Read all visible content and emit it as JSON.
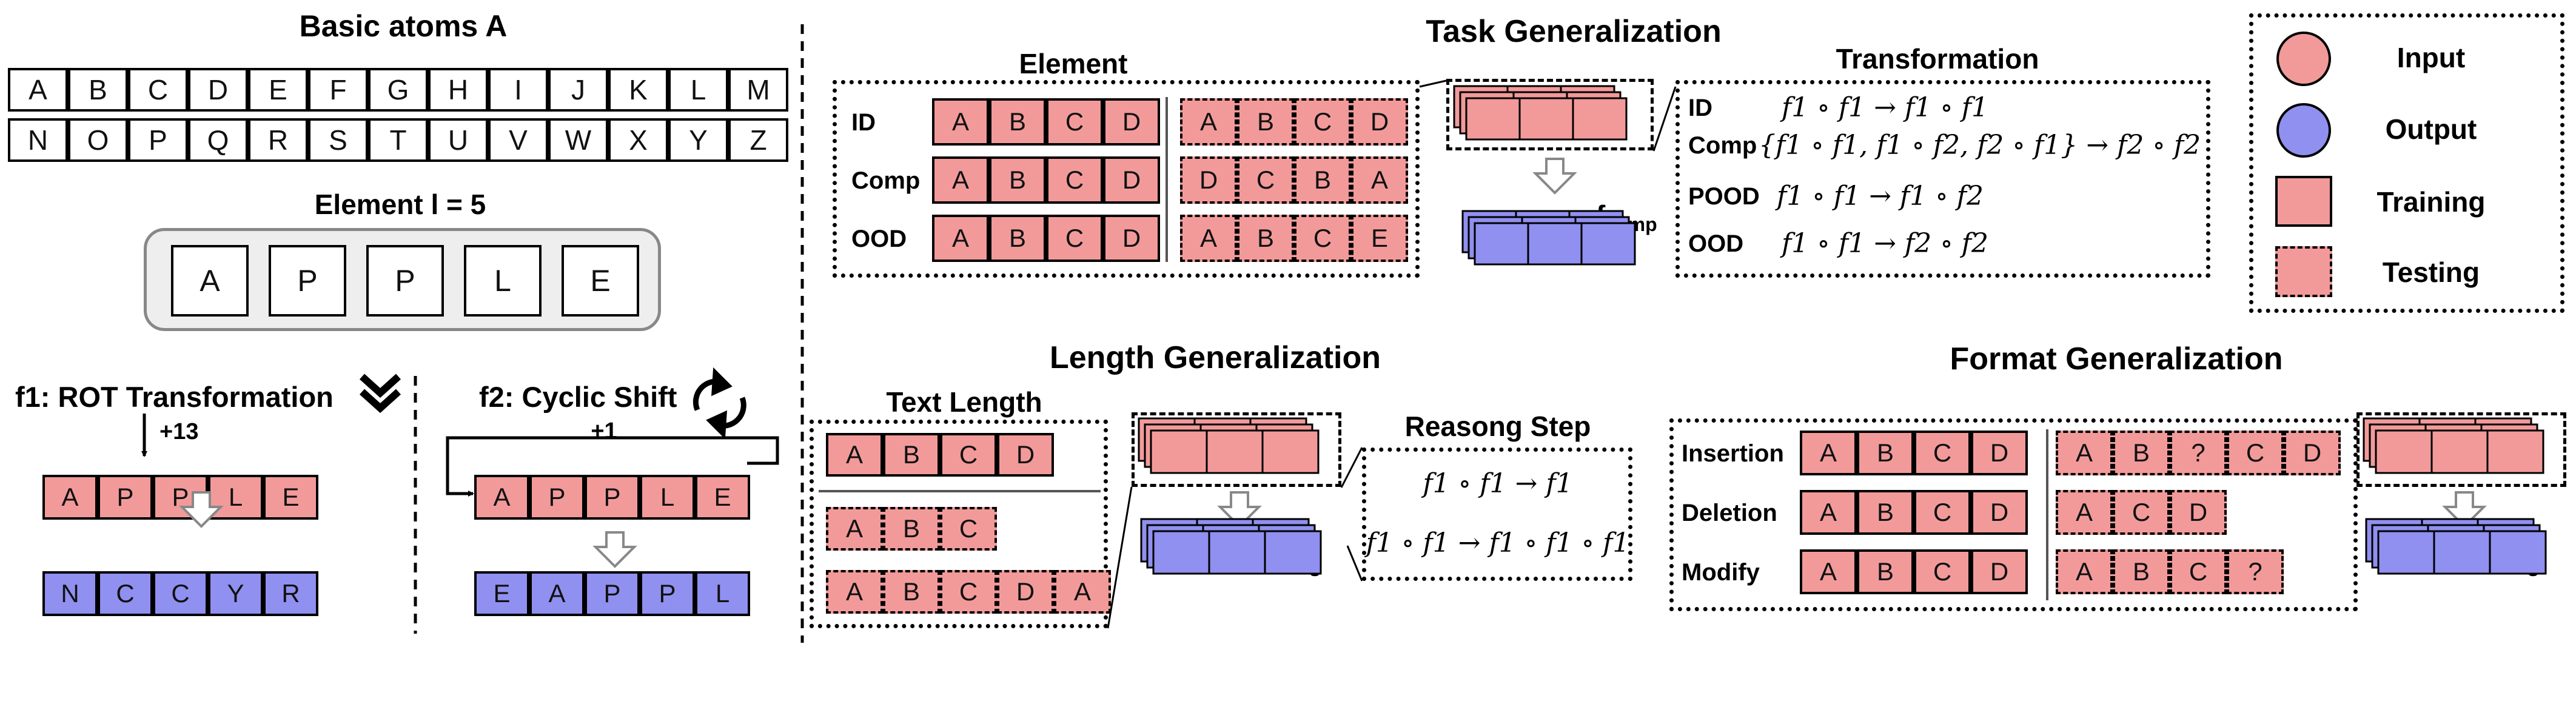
{
  "atoms": {
    "title": "Basic atoms A",
    "row1": [
      "A",
      "B",
      "C",
      "D",
      "E",
      "F",
      "G",
      "H",
      "I",
      "J",
      "K",
      "L",
      "M"
    ],
    "row2": [
      "N",
      "O",
      "P",
      "Q",
      "R",
      "S",
      "T",
      "U",
      "V",
      "W",
      "X",
      "Y",
      "Z"
    ]
  },
  "element": {
    "title": "Element l = 5",
    "letters": [
      "A",
      "P",
      "P",
      "L",
      "E"
    ]
  },
  "rot": {
    "title": "f1: ROT Transformation",
    "shift": "+13",
    "input": [
      "A",
      "P",
      "P",
      "L",
      "E"
    ],
    "output": [
      "N",
      "C",
      "C",
      "Y",
      "R"
    ]
  },
  "cyclic": {
    "title": "f2: Cyclic Shift",
    "shift": "+1",
    "input": [
      "A",
      "P",
      "P",
      "L",
      "E"
    ],
    "output": [
      "E",
      "A",
      "P",
      "P",
      "L"
    ]
  },
  "task": {
    "title": "Task Generalization",
    "element_title": "Element",
    "rows": [
      {
        "label": "ID",
        "train": [
          "A",
          "B",
          "C",
          "D"
        ],
        "test": [
          "A",
          "B",
          "C",
          "D"
        ]
      },
      {
        "label": "Comp",
        "train": [
          "A",
          "B",
          "C",
          "D"
        ],
        "test": [
          "D",
          "C",
          "B",
          "A"
        ]
      },
      {
        "label": "OOD",
        "train": [
          "A",
          "B",
          "C",
          "D"
        ],
        "test": [
          "A",
          "B",
          "C",
          "E"
        ]
      }
    ],
    "func_label": "fcomp",
    "transformation_title": "Transformation",
    "transformations": [
      {
        "label": "ID",
        "expr": "f1 ∘ f1 → f1 ∘ f1"
      },
      {
        "label": "Comp",
        "expr": "{f1 ∘ f1, f1 ∘ f2, f2 ∘ f1} → f2 ∘ f2"
      },
      {
        "label": "POOD",
        "expr": "f1 ∘ f1 → f1 ∘ f2"
      },
      {
        "label": "OOD",
        "expr": "f1 ∘ f1 → f2 ∘ f2"
      }
    ]
  },
  "legend": {
    "items": [
      {
        "label": "Input",
        "color": "#f29a9a"
      },
      {
        "label": "Output",
        "color": "#9090f0"
      },
      {
        "label": "Training",
        "color": "#f29a9a"
      },
      {
        "label": "Testing",
        "color": "#f29a9a"
      }
    ]
  },
  "length": {
    "title": "Length Generalization",
    "text_length_title": "Text Length",
    "train": [
      "A",
      "B",
      "C",
      "D"
    ],
    "test_short": [
      "A",
      "B",
      "C"
    ],
    "test_long": [
      "A",
      "B",
      "C",
      "D",
      "A"
    ],
    "func_label": "fs",
    "reasoning_title": "Reasong Step",
    "reasoning": [
      "f1 ∘ f1 → f1",
      "f1 ∘ f1 → f1  ∘ f1 ∘ f1"
    ]
  },
  "format": {
    "title": "Format Generalization",
    "rows": [
      {
        "label": "Insertion",
        "train": [
          "A",
          "B",
          "C",
          "D"
        ],
        "test": [
          "A",
          "B",
          "?",
          "C",
          "D"
        ]
      },
      {
        "label": "Deletion",
        "train": [
          "A",
          "B",
          "C",
          "D"
        ],
        "test": [
          "A",
          "C",
          "D"
        ]
      },
      {
        "label": "Modify",
        "train": [
          "A",
          "B",
          "C",
          "D"
        ],
        "test": [
          "A",
          "B",
          "C",
          "?"
        ]
      }
    ],
    "func_label": "fs"
  },
  "colors": {
    "input": "#f29a9a",
    "output": "#9090f0"
  }
}
